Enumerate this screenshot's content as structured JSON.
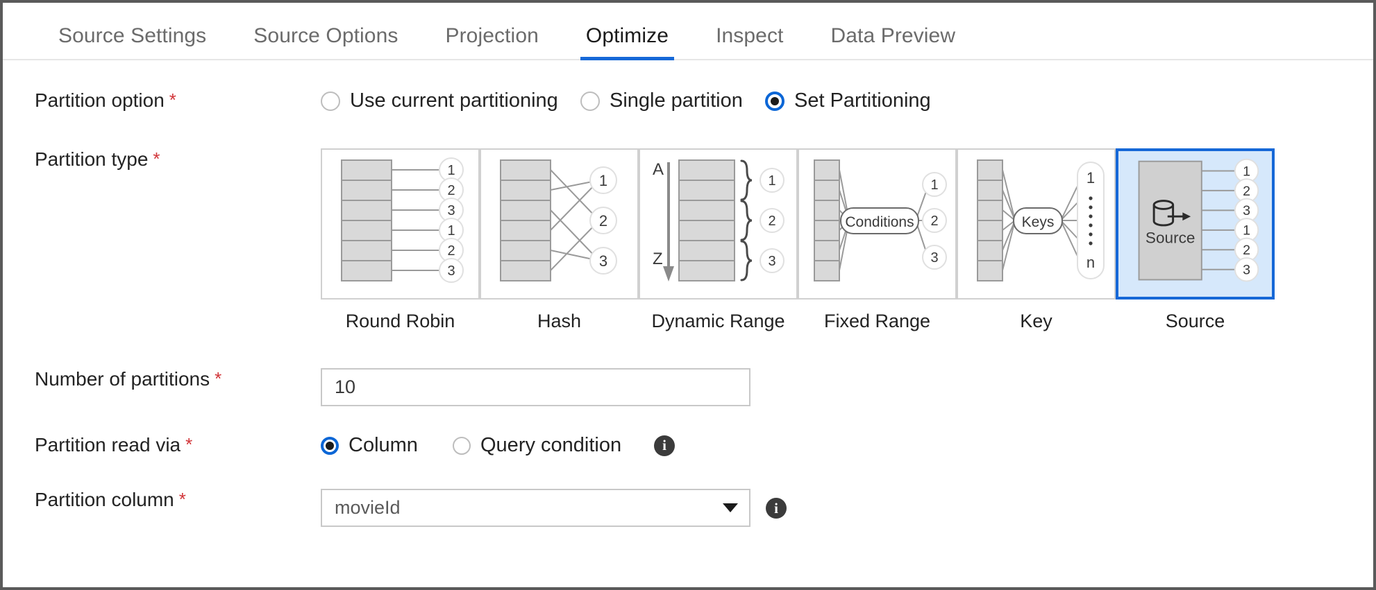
{
  "tabs": [
    {
      "label": "Source Settings",
      "active": false
    },
    {
      "label": "Source Options",
      "active": false
    },
    {
      "label": "Projection",
      "active": false
    },
    {
      "label": "Optimize",
      "active": true
    },
    {
      "label": "Inspect",
      "active": false
    },
    {
      "label": "Data Preview",
      "active": false
    }
  ],
  "accent_color": "#1668d7",
  "required_marker": "*",
  "fields": {
    "partition_option": {
      "label": "Partition option",
      "options": [
        {
          "label": "Use current partitioning",
          "selected": false
        },
        {
          "label": "Single partition",
          "selected": false
        },
        {
          "label": "Set Partitioning",
          "selected": true
        }
      ]
    },
    "partition_type": {
      "label": "Partition type",
      "tiles": [
        {
          "label": "Round Robin",
          "icon": "round-robin-diagram",
          "selected": false
        },
        {
          "label": "Hash",
          "icon": "hash-diagram",
          "selected": false
        },
        {
          "label": "Dynamic Range",
          "icon": "dynamic-range-diagram",
          "selected": false
        },
        {
          "label": "Fixed Range",
          "icon": "fixed-range-diagram",
          "selected": false
        },
        {
          "label": "Key",
          "icon": "key-diagram",
          "selected": false
        },
        {
          "label": "Source",
          "icon": "source-diagram",
          "selected": true
        }
      ],
      "diagram_text": {
        "round_robin_outputs": [
          "1",
          "2",
          "3",
          "1",
          "2",
          "3"
        ],
        "hash_outputs": [
          "1",
          "2",
          "3"
        ],
        "dynamic_range_axis_start": "A",
        "dynamic_range_axis_end": "Z",
        "dynamic_range_outputs": [
          "1",
          "2",
          "3"
        ],
        "fixed_range_node": "Conditions",
        "fixed_range_outputs": [
          "1",
          "2",
          "3"
        ],
        "key_node": "Keys",
        "key_output_first": "1",
        "key_output_last": "n",
        "source_node": "Source",
        "source_outputs": [
          "1",
          "2",
          "3",
          "1",
          "2",
          "3"
        ]
      }
    },
    "number_of_partitions": {
      "label": "Number of partitions",
      "value": "10"
    },
    "partition_read_via": {
      "label": "Partition read via",
      "options": [
        {
          "label": "Column",
          "selected": true
        },
        {
          "label": "Query condition",
          "selected": false
        }
      ],
      "info": "i"
    },
    "partition_column": {
      "label": "Partition column",
      "value": "movieId",
      "info": "i"
    }
  }
}
